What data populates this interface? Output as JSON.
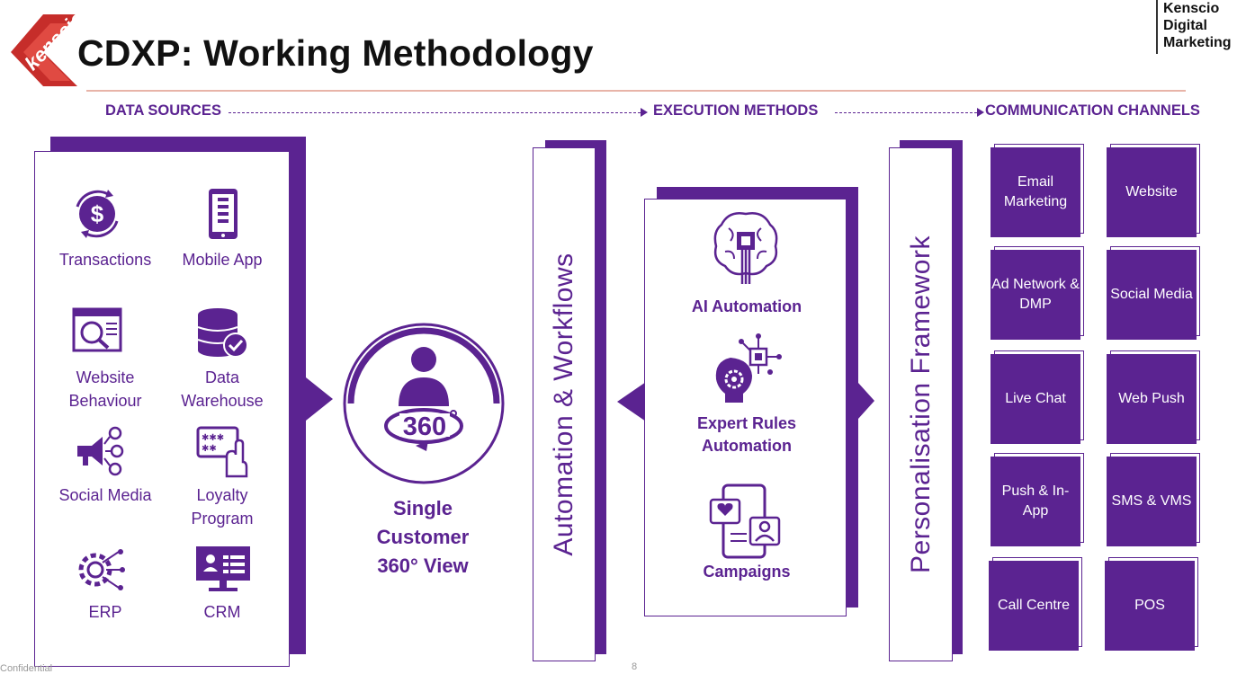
{
  "header": {
    "title": "CDXP: Working Methodology",
    "logo_text": "kenscio",
    "brand_lines": [
      "Kenscio",
      "Digital",
      "Marketing"
    ]
  },
  "flow": {
    "data_sources": "DATA SOURCES",
    "execution_methods": "EXECUTION METHODS",
    "communication_channels": "COMMUNICATION CHANNELS"
  },
  "sources": [
    {
      "label": "Transactions",
      "icon": "dollar-cycle-icon"
    },
    {
      "label": "Mobile App",
      "icon": "mobile-app-icon"
    },
    {
      "label": "Website Behaviour",
      "icon": "website-search-icon"
    },
    {
      "label": "Data Warehouse",
      "icon": "database-check-icon"
    },
    {
      "label": "Social Media",
      "icon": "megaphone-icon"
    },
    {
      "label": "Loyalty Program",
      "icon": "loyalty-card-icon"
    },
    {
      "label": "ERP",
      "icon": "erp-gear-icon"
    },
    {
      "label": "CRM",
      "icon": "crm-monitor-icon"
    }
  ],
  "center": {
    "badge_text": "360",
    "label_lines": [
      "Single",
      "Customer",
      "360° View"
    ]
  },
  "automation_label": "Automation & Workflows",
  "execution": [
    {
      "label": "AI Automation",
      "icon": "ai-brain-icon"
    },
    {
      "label": "Expert Rules Automation",
      "icon": "rules-bulb-icon"
    },
    {
      "label": "Campaigns",
      "icon": "campaign-phone-icon"
    }
  ],
  "personalisation_label": "Personalisation Framework",
  "channels": [
    "Email Marketing",
    "Website",
    "Ad Network & DMP",
    "Social Media",
    "Live Chat",
    "Web Push",
    "Push & In-App",
    "SMS & VMS",
    "Call Centre",
    "POS"
  ],
  "footer": {
    "note": "Confidential",
    "page_number": "8"
  },
  "colors": {
    "primary": "#5b2391",
    "logo_red": "#d0312d",
    "rule": "#e8b4a8"
  }
}
